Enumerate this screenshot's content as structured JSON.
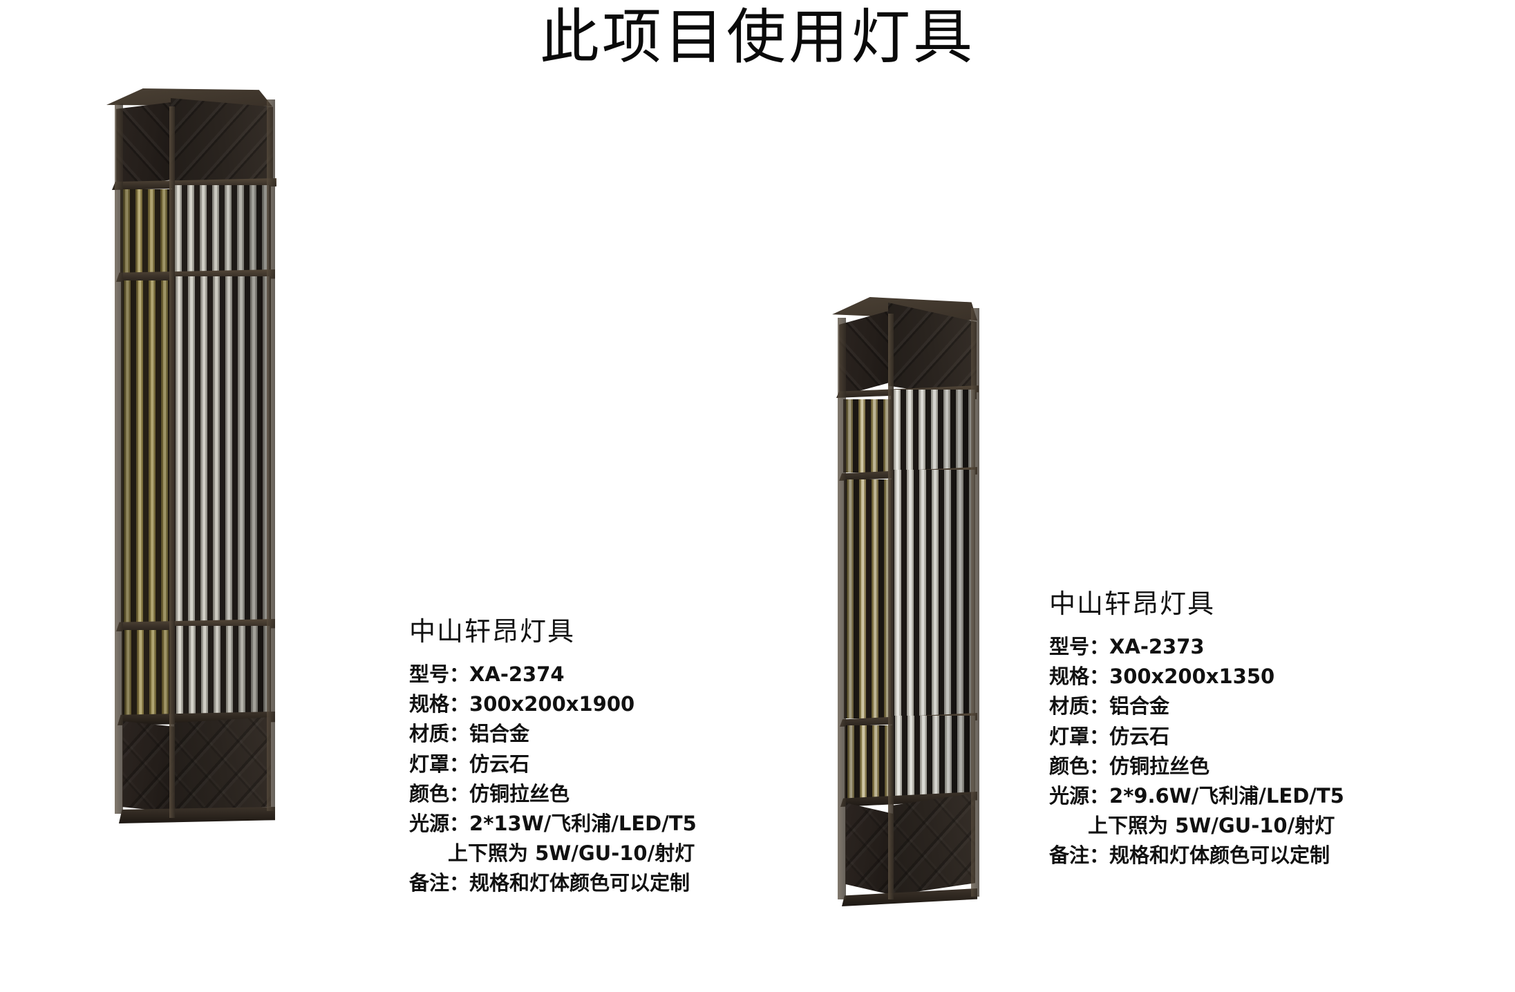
{
  "page": {
    "title": "此项目使用灯具",
    "background_color": "#ffffff"
  },
  "products": [
    {
      "id": "lamp-left",
      "brand": "中山轩昂灯具",
      "image_alt": "方形仿云石柱灯 XA-2374",
      "rows": [
        {
          "label": "型号：",
          "value": "XA-2374",
          "indent": false
        },
        {
          "label": "规格：",
          "value": "300x200x1900",
          "indent": false
        },
        {
          "label": "材质：",
          "value": "铝合金",
          "indent": false
        },
        {
          "label": "灯罩：",
          "value": "仿云石",
          "indent": false
        },
        {
          "label": "颜色：",
          "value": "仿铜拉丝色",
          "indent": false
        },
        {
          "label": "光源：",
          "value": "2*13W/飞利浦/LED/T5",
          "indent": false
        },
        {
          "label": "",
          "value": "上下照为 5W/GU-10/射灯",
          "indent": true
        },
        {
          "label": "备注：",
          "value": "规格和灯体颜色可以定制",
          "indent": false
        }
      ]
    },
    {
      "id": "lamp-right",
      "brand": "中山轩昂灯具",
      "image_alt": "方形仿云石柱灯 XA-2373",
      "rows": [
        {
          "label": "型号：",
          "value": "XA-2373",
          "indent": false
        },
        {
          "label": "规格：",
          "value": "300x200x1350",
          "indent": false
        },
        {
          "label": "材质：",
          "value": "铝合金",
          "indent": false
        },
        {
          "label": "灯罩：",
          "value": "仿云石",
          "indent": false
        },
        {
          "label": "颜色：",
          "value": "仿铜拉丝色",
          "indent": false
        },
        {
          "label": "光源：",
          "value": "2*9.6W/飞利浦/LED/T5",
          "indent": false
        },
        {
          "label": "",
          "value": "上下照为 5W/GU-10/射灯",
          "indent": true
        },
        {
          "label": "备注：",
          "value": "规格和灯体颜色可以定制",
          "indent": false
        }
      ]
    }
  ],
  "colors": {
    "text": "#111111",
    "frame_bronze": "#463c30",
    "frame_dark": "#241e1a",
    "shade_warm": "#d8cc93",
    "shade_cool": "#eeece2"
  }
}
